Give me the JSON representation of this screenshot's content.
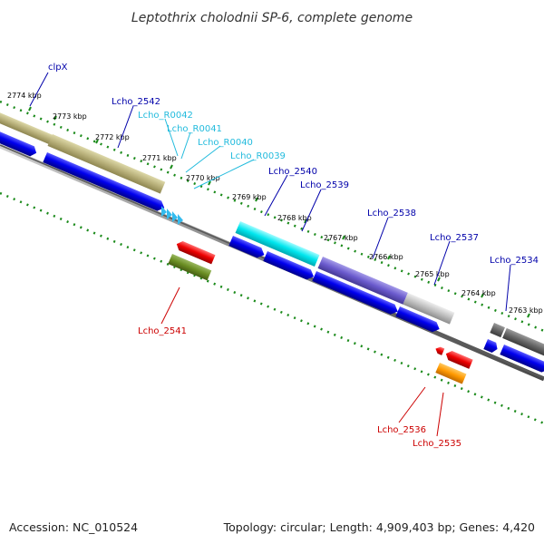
{
  "title": "Leptothrix cholodnii SP-6, complete genome",
  "footer": {
    "accession": "Accession: NC_010524",
    "summary": "Topology: circular; Length: 4,909,403 bp; Genes: 4,420"
  },
  "ticks": [
    "2774 kbp",
    "2773 kbp",
    "2772 kbp",
    "2771 kbp",
    "2770 kbp",
    "2769 kbp",
    "2768 kbp",
    "2767 kbp",
    "2766 kbp",
    "2765 kbp",
    "2764 kbp",
    "2763 kbp"
  ],
  "labels": {
    "clpX": "clpX",
    "lcho_2542": "Lcho_2542",
    "lcho_r0042": "Lcho_R0042",
    "lcho_r0041": "Lcho_R0041",
    "lcho_r0040": "Lcho_R0040",
    "lcho_r0039": "Lcho_R0039",
    "lcho_2540": "Lcho_2540",
    "lcho_2539": "Lcho_2539",
    "lcho_2538": "Lcho_2538",
    "lcho_2537": "Lcho_2537",
    "lcho_2534": "Lcho_2534",
    "lcho_2541": "Lcho_2541",
    "lcho_2536": "Lcho_2536",
    "lcho_2535": "Lcho_2535"
  },
  "colors": {
    "cds": "#0000ee",
    "trna": "#33bbee",
    "label_forward": "#0000aa",
    "label_rna": "#22bbdd",
    "label_reverse": "#cc0000",
    "tick_marks": "#1a8a1a",
    "backbone": "#808080"
  }
}
